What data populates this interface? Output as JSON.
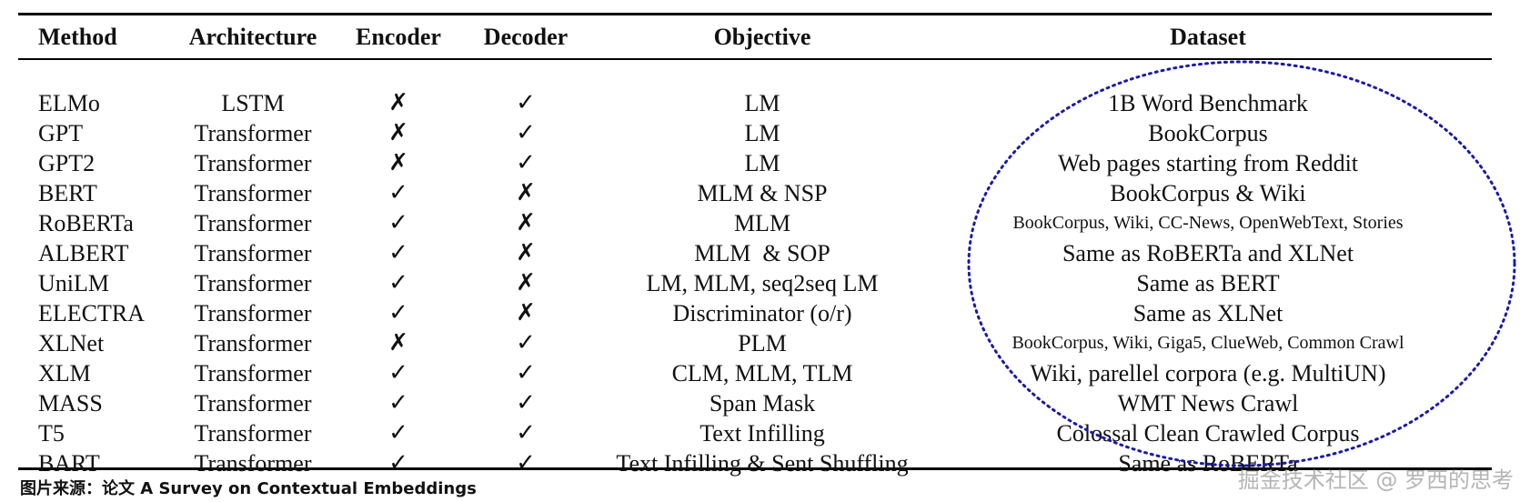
{
  "table": {
    "headers": [
      "Method",
      "Architecture",
      "Encoder",
      "Decoder",
      "Objective",
      "Dataset"
    ],
    "rows": [
      [
        "ELMo",
        "LSTM",
        "✗",
        "✓",
        "LM",
        "1B Word Benchmark"
      ],
      [
        "GPT",
        "Transformer",
        "✗",
        "✓",
        "LM",
        "BookCorpus"
      ],
      [
        "GPT2",
        "Transformer",
        "✗",
        "✓",
        "LM",
        "Web pages starting from Reddit"
      ],
      [
        "BERT",
        "Transformer",
        "✓",
        "✗",
        "MLM & NSP",
        "BookCorpus & Wiki"
      ],
      [
        "RoBERTa",
        "Transformer",
        "✓",
        "✗",
        "MLM",
        "BookCorpus, Wiki, CC-News, OpenWebText, Stories"
      ],
      [
        "ALBERT",
        "Transformer",
        "✓",
        "✗",
        "MLM  & SOP",
        "Same as RoBERTa and XLNet"
      ],
      [
        "UniLM",
        "Transformer",
        "✓",
        "✗",
        "LM, MLM, seq2seq LM",
        "Same as BERT"
      ],
      [
        "ELECTRA",
        "Transformer",
        "✓",
        "✗",
        "Discriminator (o/r)",
        "Same as XLNet"
      ],
      [
        "XLNet",
        "Transformer",
        "✗",
        "✓",
        "PLM",
        "BookCorpus, Wiki, Giga5, ClueWeb, Common Crawl"
      ],
      [
        "XLM",
        "Transformer",
        "✓",
        "✓",
        "CLM, MLM, TLM",
        "Wiki, parellel corpora (e.g. MultiUN)"
      ],
      [
        "MASS",
        "Transformer",
        "✓",
        "✓",
        "Span Mask",
        "WMT News Crawl"
      ],
      [
        "T5",
        "Transformer",
        "✓",
        "✓",
        "Text Infilling",
        "Colossal Clean Crawled Corpus"
      ],
      [
        "BART",
        "Transformer",
        "✓",
        "✓",
        "Text Infilling & Sent Shuffling",
        "Same as RoBERTa"
      ]
    ]
  },
  "caption": "图片来源：论文 A Survey on Contextual Embeddings",
  "watermark": "掘金技术社区 @ 罗西的思考",
  "colors": {
    "ellipse": "#1a1aa8",
    "rules": "#000000"
  }
}
